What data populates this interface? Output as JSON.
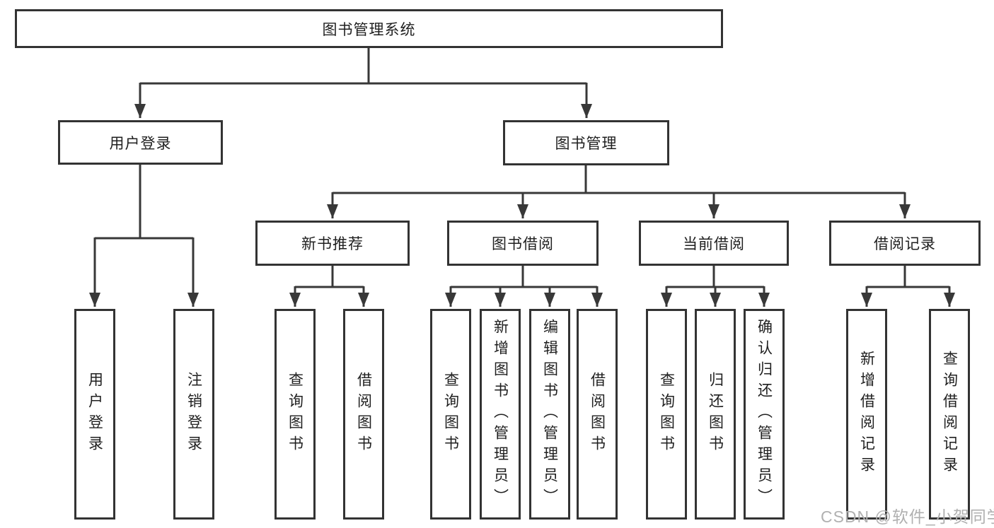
{
  "diagram": {
    "title": "图书管理系统",
    "colors": {
      "line": "#383838",
      "border": "#333333",
      "text": "#1f1f1f",
      "watermark": "#b0b0b0"
    },
    "root": {
      "label": "图书管理系统"
    },
    "level1": {
      "user_login": {
        "label": "用户登录"
      },
      "book_mgmt": {
        "label": "图书管理"
      }
    },
    "level2": {
      "new_book_recommend": {
        "label": "新书推荐"
      },
      "book_borrow": {
        "label": "图书借阅"
      },
      "current_borrow": {
        "label": "当前借阅"
      },
      "borrow_records": {
        "label": "借阅记录"
      }
    },
    "leaves": {
      "user_login_login": {
        "label": "用户登录",
        "parent": "user_login"
      },
      "user_login_logout": {
        "label": "注销登录",
        "parent": "user_login"
      },
      "newbook_query": {
        "label": "查询图书",
        "parent": "new_book_recommend"
      },
      "newbook_borrow": {
        "label": "借阅图书",
        "parent": "new_book_recommend"
      },
      "borrow_query": {
        "label": "查询图书",
        "parent": "book_borrow"
      },
      "borrow_add_admin": {
        "label": "新增图书（管理员）",
        "parent": "book_borrow"
      },
      "borrow_edit_admin": {
        "label": "编辑图书（管理员）",
        "parent": "book_borrow"
      },
      "borrow_borrow": {
        "label": "借阅图书",
        "parent": "book_borrow"
      },
      "current_query": {
        "label": "查询图书",
        "parent": "current_borrow"
      },
      "current_return": {
        "label": "归还图书",
        "parent": "current_borrow"
      },
      "current_confirm_admin": {
        "label": "确认归还（管理员）",
        "parent": "current_borrow"
      },
      "record_add": {
        "label": "新增借阅记录",
        "parent": "borrow_records"
      },
      "record_query": {
        "label": "查询借阅记录",
        "parent": "borrow_records"
      }
    },
    "watermark": "CSDN @软件_小贺同学"
  }
}
